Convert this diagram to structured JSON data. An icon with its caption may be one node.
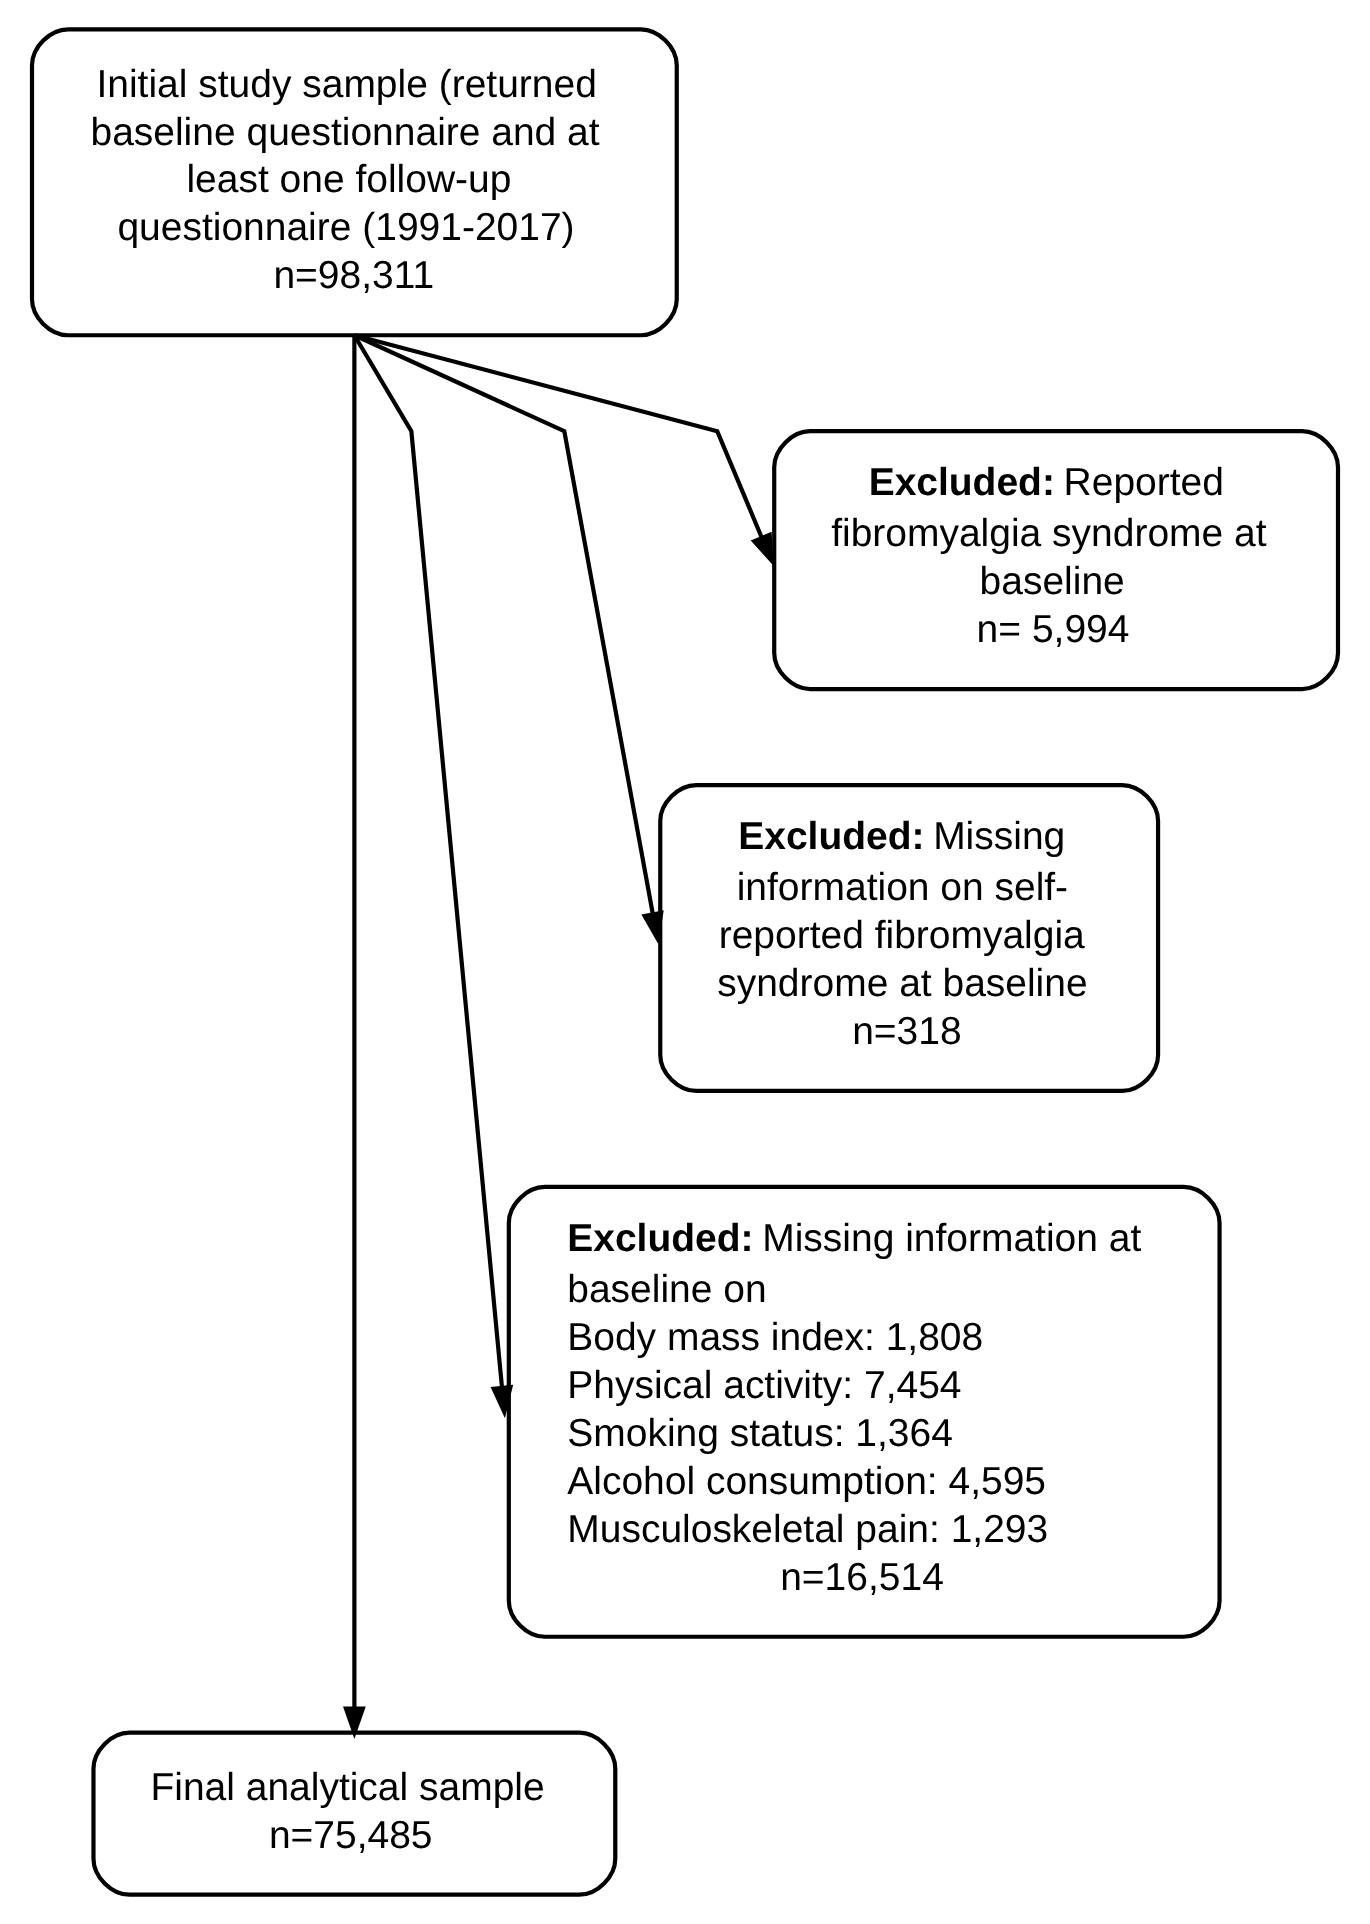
{
  "diagram": {
    "nodes": [
      {
        "text": [
          "Initial study sample (returned baseline questionnaire and at least one follow-up questionnaire (1991-2017)",
          "n=98,311"
        ]
      },
      {
        "text": [
          "**Excluded:** Reported fibromyalgia syndrome at baseline",
          "n= 5,994"
        ]
      },
      {
        "text": [
          "**Excluded:** Missing information on self-reported fibromyalgia syndrome at baseline",
          "n=318"
        ]
      },
      {
        "text": [
          "**Excluded:** Missing information at baseline on",
          "Body mass index: 1,808",
          "Physical activity: 7,454",
          "Smoking status: 1,364",
          "Alcohol consumption: 4,595",
          "Musculoskeletal pain: 1,293",
          "n=16,514"
        ]
      },
      {
        "text": [
          "Final analytical sample",
          "n=75,485"
        ]
      }
    ],
    "edges": [
      {
        "from": 0,
        "to": 4,
        "arrow": "to"
      },
      {
        "from": 0,
        "to": 3,
        "arrow": "to"
      },
      {
        "from": 0,
        "to": 2,
        "arrow": "to"
      },
      {
        "from": 0,
        "to": 1,
        "arrow": "to"
      }
    ]
  }
}
